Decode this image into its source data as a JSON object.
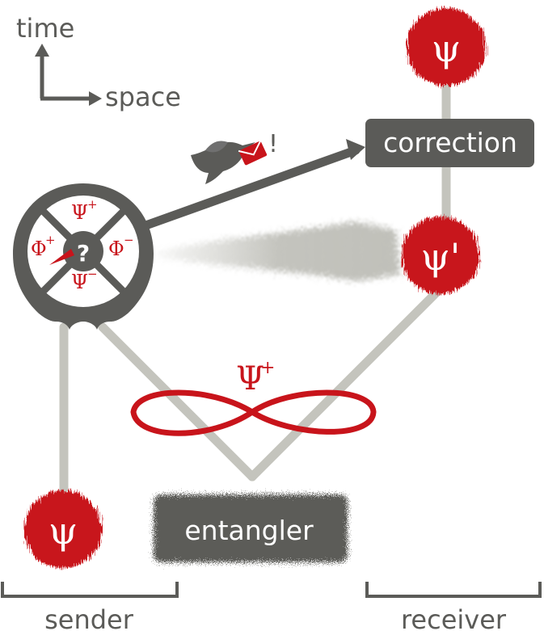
{
  "axes": {
    "time_label": "time",
    "space_label": "space"
  },
  "measurement": {
    "psi_plus": "Ψ",
    "psi_plus_sup": "+",
    "psi_minus": "Ψ",
    "psi_minus_sup": "−",
    "phi_plus": "Φ",
    "phi_plus_sup": "+",
    "phi_minus": "Φ",
    "phi_minus_sup": "−",
    "center": "?"
  },
  "message": {
    "exclamation": "!",
    "icon": "bird-with-letter-icon"
  },
  "correction_label": "correction",
  "entangler_label": "entangler",
  "entangled_state": {
    "symbol": "Ψ",
    "sup": "+"
  },
  "states": {
    "input": "ψ",
    "intermediate": "ψ'",
    "output": "ψ"
  },
  "brackets": {
    "sender": "sender",
    "receiver": "receiver"
  },
  "colors": {
    "dark_gray": "#5b5b58",
    "light_gray": "#c4c4bd",
    "red": "#c8141b"
  }
}
